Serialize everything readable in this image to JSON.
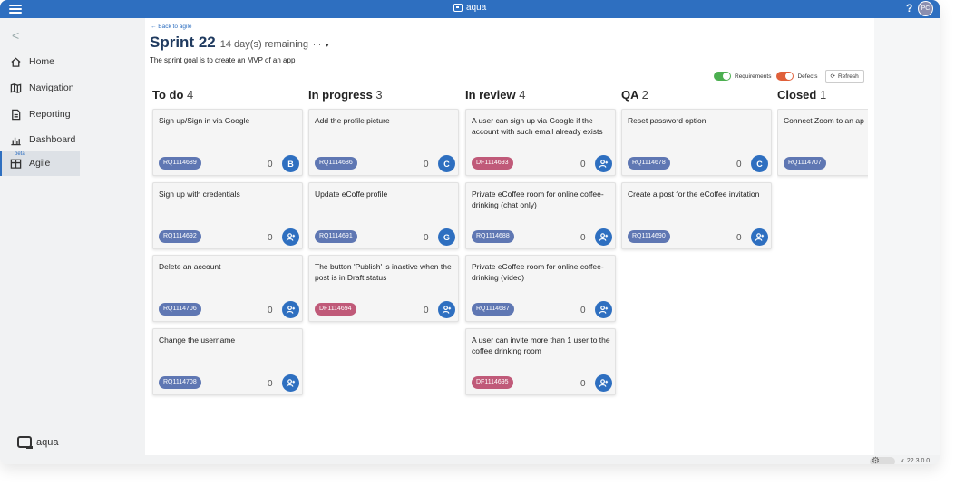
{
  "app": {
    "title": "aqua",
    "help": "?",
    "avatar_initials": "PC"
  },
  "sidebar": {
    "collapse": "<",
    "items": [
      {
        "label": "Home"
      },
      {
        "label": "Navigation"
      },
      {
        "label": "Reporting"
      },
      {
        "label": "Dashboard"
      },
      {
        "label": "Agile",
        "badge": "beta"
      }
    ],
    "logo_text": "aqua"
  },
  "page": {
    "back_link": "← Back to agile",
    "sprint_title": "Sprint 22",
    "remaining": "14 day(s) remaining",
    "more": "···",
    "caret": "▾",
    "goal": "The sprint goal is to create an MVP of an app"
  },
  "toolbar": {
    "requirements": "Requirements",
    "defects": "Defects",
    "refresh": "Refresh"
  },
  "columns": [
    {
      "name": "To do",
      "count": "4",
      "cards": [
        {
          "title": "Sign up/Sign in via Google",
          "tag": "RQ1114689",
          "num": "0",
          "assignee": "B"
        },
        {
          "title": "Sign up with credentials",
          "tag": "RQ1114692",
          "num": "0",
          "assignee": ""
        },
        {
          "title": "Delete an account",
          "tag": "RQ1114706",
          "num": "0",
          "assignee": ""
        },
        {
          "title": "Change the username",
          "tag": "RQ1114708",
          "num": "0",
          "assignee": ""
        }
      ]
    },
    {
      "name": "In progress",
      "count": "3",
      "cards": [
        {
          "title": "Add the profile picture",
          "tag": "RQ1114686",
          "num": "0",
          "assignee": "C"
        },
        {
          "title": "Update eCoffe profile",
          "tag": "RQ1114691",
          "num": "0",
          "assignee": "G"
        },
        {
          "title": "The button 'Publish' is inactive when the post is in Draft status",
          "tag": "DF1114694",
          "num": "0",
          "assignee": ""
        }
      ]
    },
    {
      "name": "In review",
      "count": "4",
      "cards": [
        {
          "title": "A user can sign up via Google if the account with such email already exists",
          "tag": "DF1114693",
          "num": "0",
          "assignee": ""
        },
        {
          "title": "Private eCoffee room for online coffee-drinking (chat only)",
          "tag": "RQ1114688",
          "num": "0",
          "assignee": ""
        },
        {
          "title": "Private eCoffee room for online coffee-drinking (video)",
          "tag": "RQ1114687",
          "num": "0",
          "assignee": ""
        },
        {
          "title": "A user can invite more than 1 user to the coffee drinking room",
          "tag": "DF1114695",
          "num": "0",
          "assignee": ""
        }
      ]
    },
    {
      "name": "QA",
      "count": "2",
      "cards": [
        {
          "title": "Reset password option",
          "tag": "RQ1114678",
          "num": "0",
          "assignee": "C"
        },
        {
          "title": "Create a post for the eCoffee invitation",
          "tag": "RQ1114690",
          "num": "0",
          "assignee": ""
        }
      ]
    },
    {
      "name": "Closed",
      "count": "1",
      "cards": [
        {
          "title": "Connect Zoom to an ap",
          "tag": "RQ1114707"
        }
      ]
    }
  ],
  "footer": {
    "version": "v. 22.3.0.0"
  },
  "colors": {
    "accent": "#2e6fc0",
    "requirement_tag": "#5f77b3",
    "defect_tag": "#c05a79",
    "toggle_requirements": "#4caf50",
    "toggle_defects": "#e0603a"
  }
}
